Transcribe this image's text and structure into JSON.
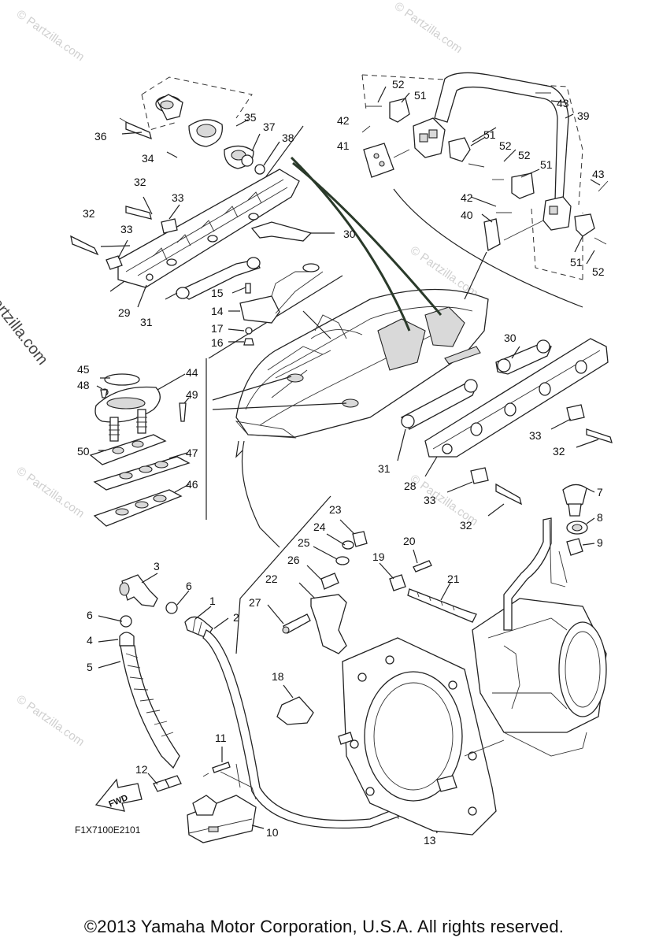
{
  "watermark": {
    "text": "© Partzilla.com",
    "repeat_text": "© Partzilla.com"
  },
  "diagram_code": "F1X7100E2101",
  "fwd_label": "FWD",
  "copyright": "©2013  Yamaha Motor Corporation, U.S.A. All rights reserved.",
  "part_labels": [
    "1",
    "2",
    "3",
    "4",
    "5",
    "6",
    "6",
    "7",
    "8",
    "9",
    "10",
    "11",
    "12",
    "13",
    "14",
    "15",
    "16",
    "17",
    "18",
    "19",
    "20",
    "21",
    "22",
    "23",
    "24",
    "25",
    "26",
    "27",
    "28",
    "29",
    "30",
    "30",
    "31",
    "31",
    "32",
    "32",
    "32",
    "32",
    "33",
    "33",
    "33",
    "33",
    "34",
    "35",
    "36",
    "37",
    "38",
    "39",
    "40",
    "41",
    "42",
    "42",
    "43",
    "43",
    "44",
    "45",
    "46",
    "47",
    "48",
    "49",
    "50",
    "51",
    "51",
    "51",
    "51",
    "52",
    "52",
    "52",
    "52"
  ]
}
